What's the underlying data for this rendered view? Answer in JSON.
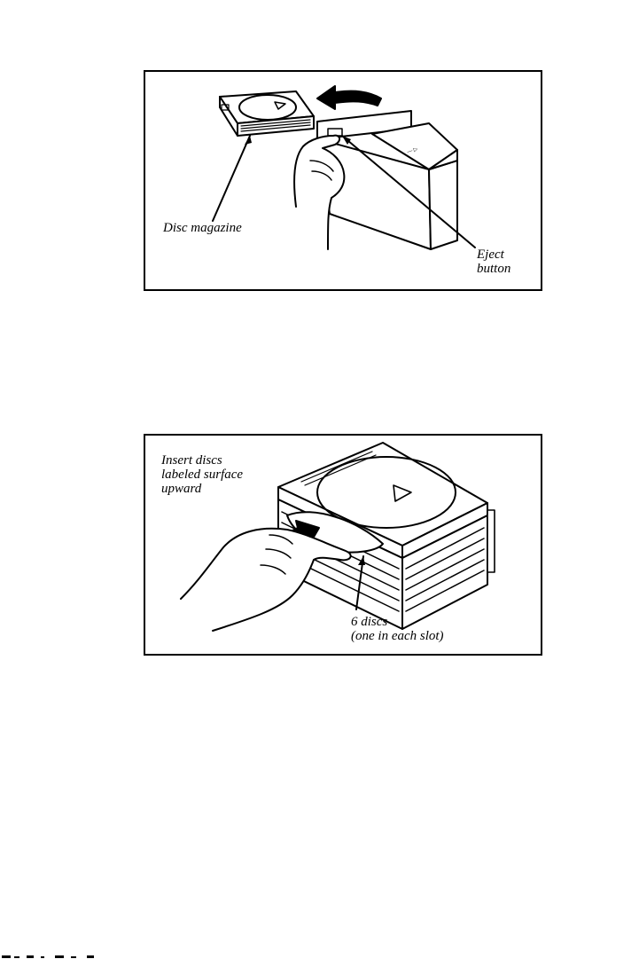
{
  "figure_1": {
    "callouts": {
      "disc_magazine": "Disc magazine",
      "eject_button": [
        "Eject",
        "button"
      ]
    }
  },
  "figure_2": {
    "callouts": {
      "insert_instruction": [
        "Insert discs",
        "labeled surface",
        "upward"
      ],
      "six_discs": [
        "6 discs",
        "(one in each slot)"
      ]
    }
  }
}
